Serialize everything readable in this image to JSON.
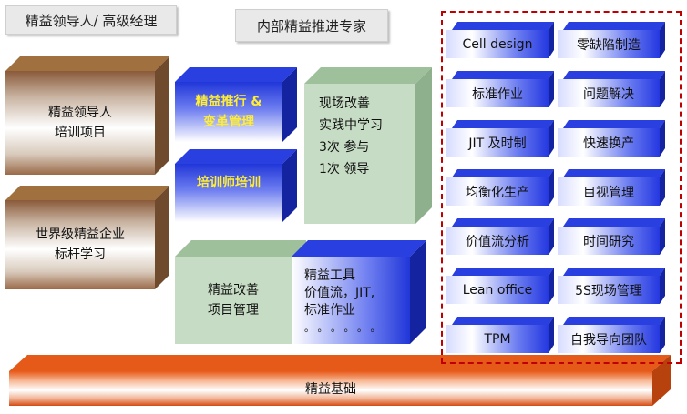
{
  "header": {
    "left_title": "精益领导人/ 高级经理",
    "center_title": "内部精益推进专家"
  },
  "left_blocks": [
    {
      "line1": "精益领导人",
      "line2": "培训项目"
    },
    {
      "line1": "世界级精益企业",
      "line2": "标杆学习"
    }
  ],
  "middle_blocks": {
    "blue1": {
      "line1": "精益推行 &",
      "line2": "变革管理"
    },
    "blue2": {
      "line1": "培训师培训"
    },
    "green_tall": {
      "line1": "现场改善",
      "line2": "实践中学习",
      "line3": "3次  参与",
      "line4": "1次  领导"
    },
    "green_bottom": {
      "line1": "精益改善",
      "line2": "项目管理"
    },
    "blue_bottom": {
      "line1": "精益工具",
      "line2": "价值流，JIT,",
      "line3": "标准作业",
      "line4": "。 。 。 。 。 。"
    }
  },
  "tools_grid": [
    [
      "Cell design",
      "零缺陷制造"
    ],
    [
      "标准作业",
      "问题解决"
    ],
    [
      "JIT 及时制",
      "快速换产"
    ],
    [
      "均衡化生产",
      "目视管理"
    ],
    [
      "价值流分析",
      "时间研究"
    ],
    [
      "Lean office",
      "5S现场管理"
    ],
    [
      "TPM",
      "自我导向团队"
    ]
  ],
  "foundation": {
    "label": "精益基础"
  },
  "colors": {
    "frame": "#c00000",
    "blue": "#2036d8",
    "brown": "#8a5a3a",
    "green": "#c6dcc4",
    "orange": "#e85a1a",
    "yellow_text": "#ffee33"
  }
}
